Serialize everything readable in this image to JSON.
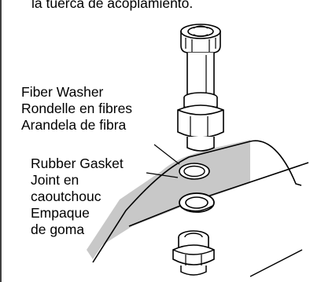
{
  "caption": "la tuerca de acoplamiento.",
  "fiber_washer": {
    "lines": [
      "Fiber Washer",
      "Rondelle en fibres",
      "Arandela de fibra"
    ]
  },
  "rubber_gasket": {
    "lines": [
      "Rubber Gasket",
      "Joint en",
      "caoutchouc",
      "Empaque",
      "de goma"
    ]
  },
  "colors": {
    "ink": "#000000",
    "shade": "#c8c8c8",
    "background": "#ffffff"
  }
}
